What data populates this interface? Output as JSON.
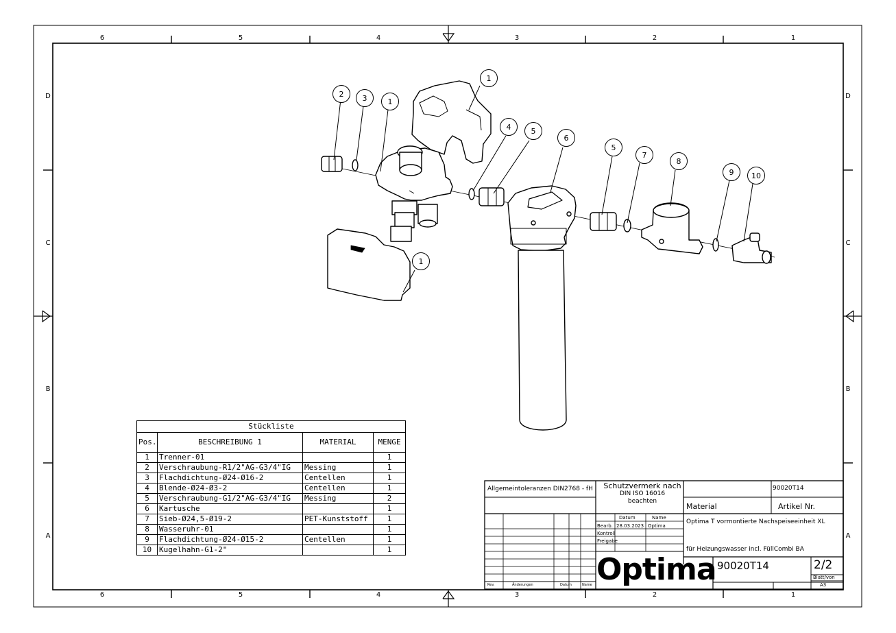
{
  "frame": {
    "zones_top": [
      "6",
      "5",
      "4",
      "3",
      "2",
      "1"
    ],
    "zones_bottom": [
      "6",
      "5",
      "4",
      "3",
      "2",
      "1"
    ],
    "zones_left": [
      "D",
      "C",
      "B",
      "A"
    ],
    "zones_right": [
      "D",
      "C",
      "B",
      "A"
    ]
  },
  "balloons": [
    "1",
    "2",
    "3",
    "1",
    "4",
    "5",
    "6",
    "5",
    "7",
    "8",
    "9",
    "10",
    "1"
  ],
  "parts_list": {
    "title": "Stückliste",
    "headers": {
      "pos": "Pos.",
      "description": "BESCHREIBUNG 1",
      "material": "MATERIAL",
      "quantity": "MENGE"
    },
    "rows": [
      {
        "pos": "1",
        "description": "Trenner-01",
        "material": "",
        "quantity": "1"
      },
      {
        "pos": "2",
        "description": "Verschraubung-R1/2\"AG-G3/4\"IG",
        "material": "Messing",
        "quantity": "1"
      },
      {
        "pos": "3",
        "description": "Flachdichtung-Ø24-Ø16-2",
        "material": "Centellen",
        "quantity": "1"
      },
      {
        "pos": "4",
        "description": "Blende-Ø24-Ø3-2",
        "material": "Centellen",
        "quantity": "1"
      },
      {
        "pos": "5",
        "description": "Verschraubung-G1/2\"AG-G3/4\"IG",
        "material": "Messing",
        "quantity": "2"
      },
      {
        "pos": "6",
        "description": "Kartusche",
        "material": "",
        "quantity": "1"
      },
      {
        "pos": "7",
        "description": "Sieb-Ø24,5-Ø19-2",
        "material": "PET-Kunststoff",
        "quantity": "1"
      },
      {
        "pos": "8",
        "description": "Wasseruhr-01",
        "material": "",
        "quantity": "1"
      },
      {
        "pos": "9",
        "description": "Flachdichtung-Ø24-Ø15-2",
        "material": "Centellen",
        "quantity": "1"
      },
      {
        "pos": "10",
        "description": "Kugelhahn-G1-2\"",
        "material": "",
        "quantity": "1"
      }
    ]
  },
  "title_block": {
    "tolerances": "Allgemeintoleranzen DIN2768 - fH",
    "protection_line1": "Schutzvermerk nach",
    "protection_line2": "DIN ISO 16016",
    "protection_line3": "beachten",
    "article_number_top": "90020T14",
    "material_label": "Material",
    "article_label": "Artikel Nr.",
    "date_header": "Datum",
    "name_header": "Name",
    "row_bearb": "Bearb.",
    "row_kontroll": "Kontroll",
    "row_freigabe": "Freigabe",
    "date_value": "28.03.2023",
    "name_value": "Optima",
    "desc_line1": "Optima T vormontierte Nachspeiseeinheit XL",
    "desc_line2": "für Heizungswasser incl. FüllCombi BA",
    "logo": "Optima",
    "drawing_number": "90020T14",
    "sheet": "2/2",
    "sheet_label": "Blatt/von",
    "format": "A3",
    "rev_label": "Rev.",
    "changes_label": "Änderungen",
    "change_date_label": "Datum",
    "change_name_label": "Name"
  }
}
